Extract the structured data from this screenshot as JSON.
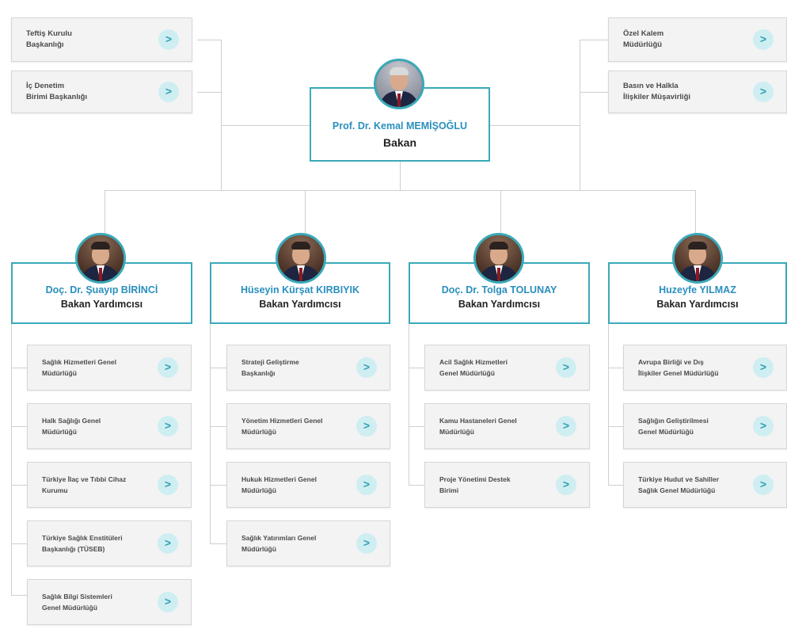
{
  "minister": {
    "name": "Prof. Dr. Kemal MEMİŞOĞLU",
    "title": "Bakan"
  },
  "left_units": [
    {
      "label": "Teftiş Kurulu\nBaşkanlığı"
    },
    {
      "label": "İç Denetim\nBirimi Başkanlığı"
    }
  ],
  "right_units": [
    {
      "label": "Özel Kalem\nMüdürlüğü"
    },
    {
      "label": "Basın ve Halkla\nİlişkiler Müşavirliği"
    }
  ],
  "arrow_glyph": ">",
  "deputies": [
    {
      "name": "Doç. Dr. Şuayıp BİRİNCİ",
      "title": "Bakan Yardımcısı",
      "units": [
        {
          "label": "Sağlık Hizmetleri Genel\nMüdürlüğü"
        },
        {
          "label": "Halk Sağlığı Genel\nMüdürlüğü"
        },
        {
          "label": "Türkiye İlaç ve Tıbbi Cihaz\nKurumu"
        },
        {
          "label": "Türkiye Sağlık Enstitüleri\nBaşkanlığı (TÜSEB)"
        },
        {
          "label": "Sağlık Bilgi Sistemleri\nGenel Müdürlüğü"
        }
      ]
    },
    {
      "name": "Hüseyin Kürşat KIRBIYIK",
      "title": "Bakan Yardımcısı",
      "units": [
        {
          "label": "Strateji Geliştirme\nBaşkanlığı"
        },
        {
          "label": "Yönetim Hizmetleri Genel\nMüdürlüğü"
        },
        {
          "label": "Hukuk Hizmetleri Genel\nMüdürlüğü"
        },
        {
          "label": "Sağlık Yatırımları Genel\nMüdürlüğü"
        }
      ]
    },
    {
      "name": "Doç. Dr. Tolga TOLUNAY",
      "title": "Bakan Yardımcısı",
      "units": [
        {
          "label": "Acil Sağlık Hizmetleri\nGenel Müdürlüğü"
        },
        {
          "label": "Kamu Hastaneleri Genel\nMüdürlüğü"
        },
        {
          "label": "Proje Yönetimi Destek\nBirimi"
        }
      ]
    },
    {
      "name": "Huzeyfe YILMAZ",
      "title": "Bakan Yardımcısı",
      "units": [
        {
          "label": "Avrupa Birliği ve Dış\nİlişkiler Genel Müdürlüğü"
        },
        {
          "label": "Sağlığın Geliştirilmesi\nGenel Müdürlüğü"
        },
        {
          "label": "Türkiye Hudut ve Sahiller\nSağlık Genel Müdürlüğü"
        }
      ]
    }
  ]
}
